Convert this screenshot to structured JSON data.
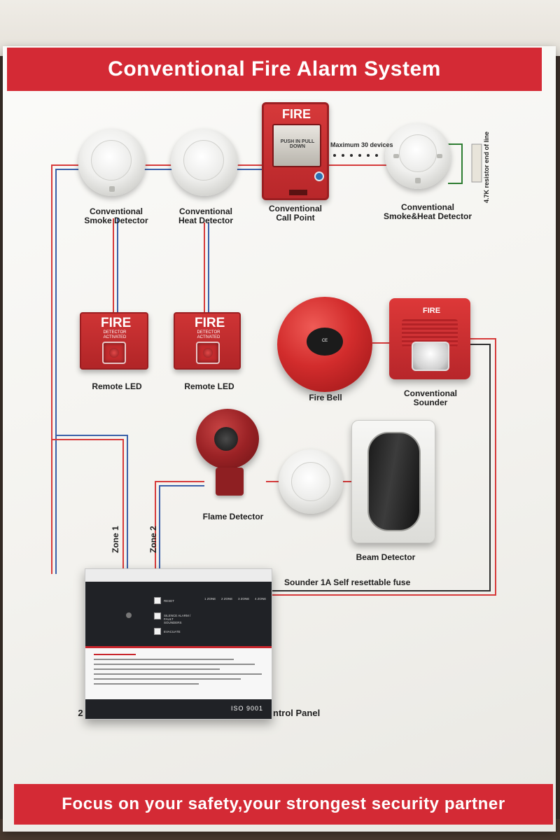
{
  "board": {
    "title": "Conventional Fire Alarm System",
    "slogan": "Focus on your safety,your strongest security partner"
  },
  "devices": {
    "smoke_detector": [
      "Conventional",
      "Smoke Detector"
    ],
    "heat_detector": [
      "Conventional",
      "Heat Detector"
    ],
    "call_point": [
      "Conventional",
      "Call Point"
    ],
    "call_point_face": {
      "brand": "FIRE",
      "instruction": "PUSH IN PULL DOWN"
    },
    "combo_detector": [
      "Conventional",
      "Smoke&Heat Detector"
    ],
    "remote_led_1": "Remote LED",
    "remote_led_2": "Remote LED",
    "remote_led_face": {
      "brand": "FIRE",
      "text": "DETECTOR ACTIVATED"
    },
    "fire_bell": "Fire Bell",
    "sounder": [
      "Conventional",
      "Sounder"
    ],
    "sounder_face": "FIRE",
    "flame_detector": "Flame Detector",
    "beam_detector": "Beam Detector"
  },
  "notes": {
    "max_devices": "Maximum 30 devices",
    "resistor": "4.7K resistor end of line",
    "zone1": "Zone 1",
    "zone2": "Zone 2",
    "sounder_fuse": "Sounder 1A Self resettable fuse",
    "panel_label_left": "2",
    "panel_label_right": "ntrol Panel"
  },
  "panel": {
    "iso": "ISO 9001",
    "buttons": [
      "RESET",
      "SILENCE ALARM / FAULT SOUNDERS",
      "EVACUATE"
    ],
    "zones": [
      "1 ZONE",
      "2 ZONE",
      "3 ZONE",
      "4 ZONE"
    ]
  },
  "colors": {
    "banner_red": "#d42a35",
    "wire_red": "#d63a3a",
    "wire_blue": "#3a5fa8"
  }
}
